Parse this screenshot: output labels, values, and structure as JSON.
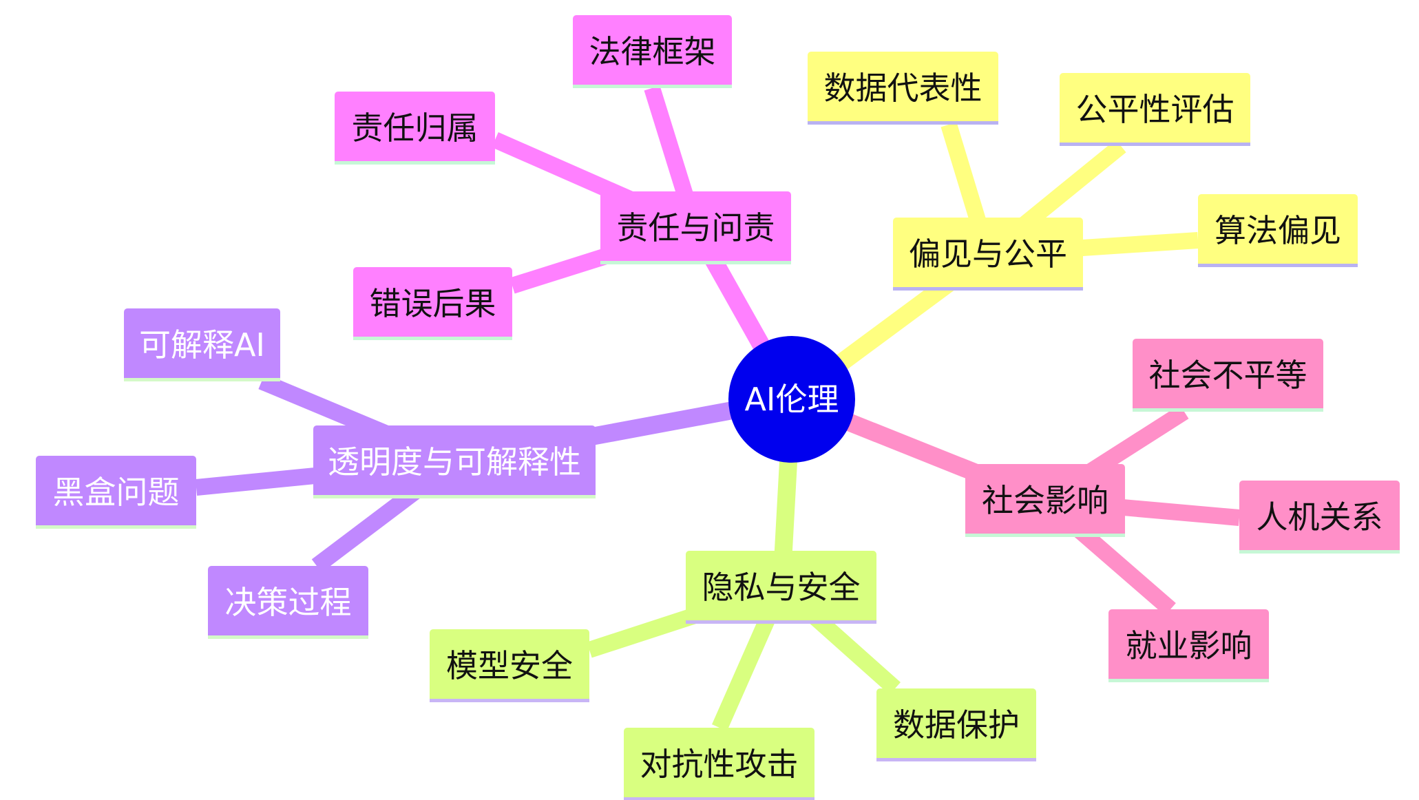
{
  "mindmap": {
    "root": {
      "label": "AI伦理",
      "color": "#0000ee",
      "text_color": "#ffffff"
    },
    "branches": [
      {
        "label": "责任与问责",
        "color": "#ff80ff",
        "underline": "#c6f7d6",
        "children": [
          "法律框架",
          "责任归属",
          "错误后果"
        ]
      },
      {
        "label": "偏见与公平",
        "color": "#ffff80",
        "underline": "#b9b2f2",
        "children": [
          "数据代表性",
          "公平性评估",
          "算法偏见"
        ]
      },
      {
        "label": "社会影响",
        "color": "#ff8fc8",
        "underline": "#c6f7d6",
        "children": [
          "社会不平等",
          "人机关系",
          "就业影响"
        ]
      },
      {
        "label": "隐私与安全",
        "color": "#d9ff80",
        "underline": "#c8b5f5",
        "children": [
          "模型安全",
          "对抗性攻击",
          "数据保护"
        ]
      },
      {
        "label": "透明度与可解释性",
        "color": "#c088ff",
        "underline": "#d4f9c8",
        "text_color": "#ffffff",
        "children": [
          "可解释AI",
          "黑盒问题",
          "决策过程"
        ]
      }
    ]
  }
}
